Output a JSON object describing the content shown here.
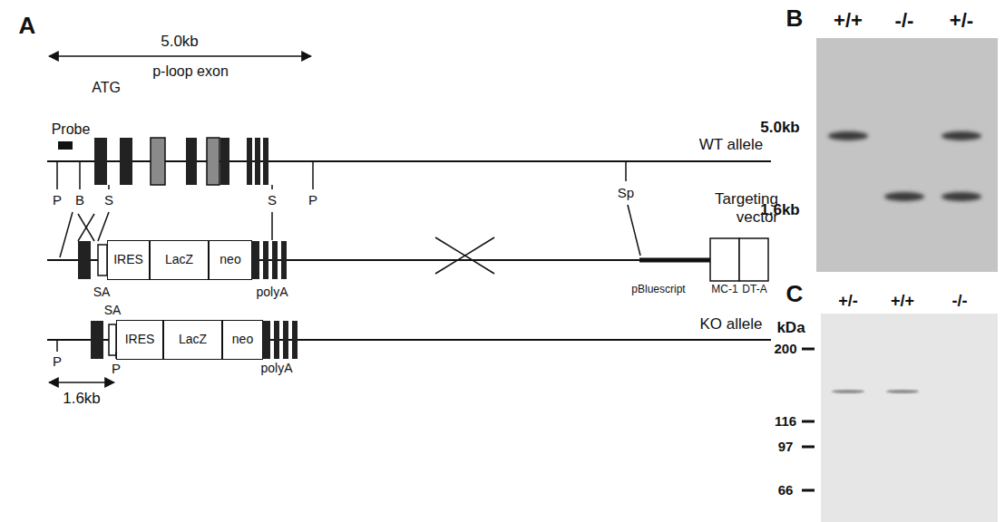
{
  "diagram": {
    "nodes": [
      {
        "text": [
          "IRES"
        ]
      },
      {
        "text": [
          "LacZ"
        ]
      },
      {
        "text": [
          "neo"
        ]
      },
      {
        "text": [
          "IRES"
        ]
      },
      {
        "text": [
          "LacZ"
        ]
      },
      {
        "text": [
          "neo"
        ]
      }
    ],
    "labels": [
      "A",
      "5.0kb",
      "ATG",
      "p-loop exon",
      "Probe",
      "WT allele",
      "P",
      "B",
      "S",
      "S",
      "P",
      "Sp",
      "Targeting vector",
      "SA",
      "polyA",
      "pBluescript",
      "MC-1",
      "DT-A",
      "SA",
      "P",
      "P",
      "polyA",
      "KO allele",
      "1.6kb",
      "B",
      "+/+",
      "-/-",
      "+/-",
      "5.0kb",
      "1.6kb",
      "C",
      "kDa",
      "+/-",
      "+/+",
      "-/-",
      "200",
      "116",
      "97",
      "66"
    ]
  }
}
